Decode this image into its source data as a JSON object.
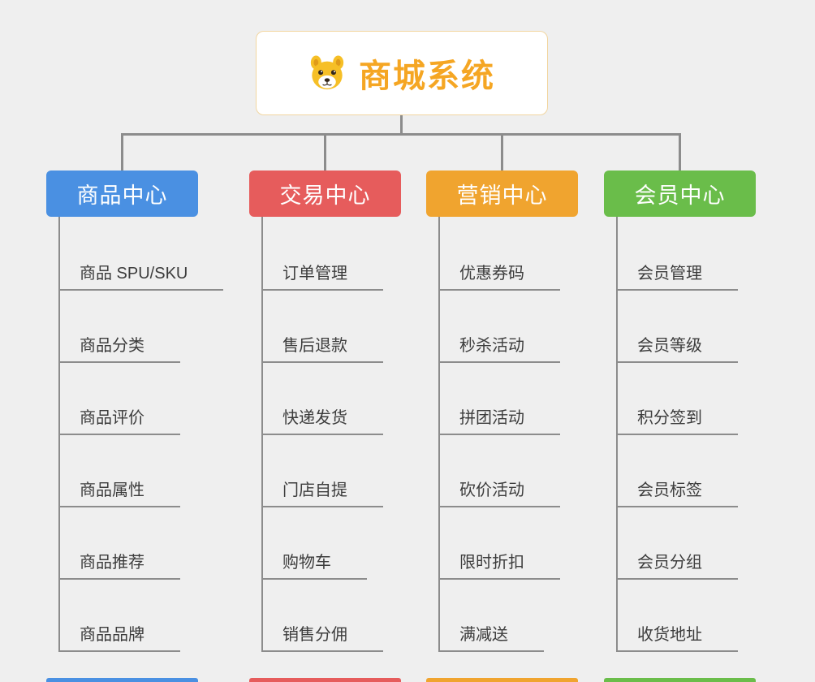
{
  "background_color": "#efefef",
  "connector_color": "#8c8c8c",
  "root": {
    "title": "商城系统",
    "icon": "dog-face-icon",
    "title_color": "#f5a623",
    "border_color": "#f2d6a0"
  },
  "branches": [
    {
      "label": "商品中心",
      "color": "#4a90e2",
      "items": [
        "商品 SPU/SKU",
        "商品分类",
        "商品评价",
        "商品属性",
        "商品推荐",
        "商品品牌"
      ]
    },
    {
      "label": "交易中心",
      "color": "#e65c5c",
      "items": [
        "订单管理",
        "售后退款",
        "快递发货",
        "门店自提",
        "购物车",
        "销售分佣"
      ]
    },
    {
      "label": "营销中心",
      "color": "#f0a42f",
      "items": [
        "优惠券码",
        "秒杀活动",
        "拼团活动",
        "砍价活动",
        "限时折扣",
        "满减送"
      ]
    },
    {
      "label": "会员中心",
      "color": "#6abd4a",
      "items": [
        "会员管理",
        "会员等级",
        "积分签到",
        "会员标签",
        "会员分组",
        "收货地址"
      ]
    }
  ]
}
